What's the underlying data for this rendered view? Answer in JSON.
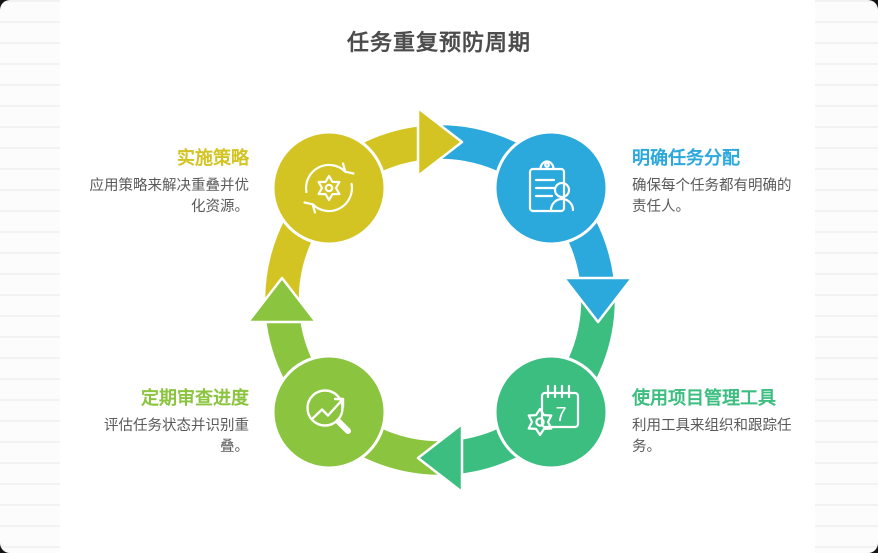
{
  "title": "任务重复预防周期",
  "colors": {
    "yellow": "#d4c423",
    "blue": "#2ba8dc",
    "green": "#3dbe81",
    "lime": "#8bc43e",
    "title_text": "#4c4c4c",
    "body_text": "#5a5a5a"
  },
  "steps": [
    {
      "label": "实施策略",
      "description": "应用策略来解决重叠并优化资源。",
      "color": "#d4c423",
      "icon": "sync-gear-icon",
      "position": "top-left"
    },
    {
      "label": "明确任务分配",
      "description": "确保每个任务都有明确的责任人。",
      "color": "#2ba8dc",
      "icon": "clipboard-person-icon",
      "position": "top-right"
    },
    {
      "label": "使用项目管理工具",
      "description": "利用工具来组织和跟踪任务。",
      "color": "#3dbe81",
      "icon": "calendar-gear-icon",
      "position": "bottom-right"
    },
    {
      "label": "定期审查进度",
      "description": "评估任务状态并识别重叠。",
      "color": "#8bc43e",
      "icon": "search-trend-icon",
      "position": "bottom-left"
    }
  ],
  "icons": {
    "calendar_day": "7"
  }
}
